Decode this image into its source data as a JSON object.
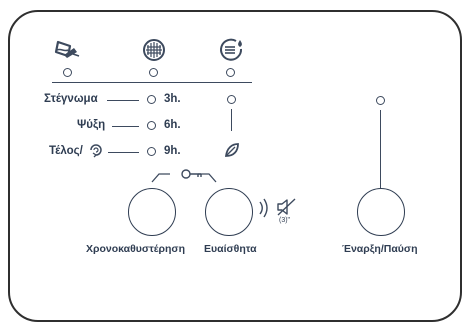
{
  "colors": {
    "border": "#2f2f2f",
    "ink": "#2f3d52",
    "background": "#ffffff"
  },
  "icons": {
    "programs": [
      "dry-cloth-icon",
      "grid-pattern-icon",
      "water-level-icon"
    ],
    "child_lock": "key-icon",
    "mute": "speaker-mute-icon",
    "eco": "leaf-icon"
  },
  "rows": [
    {
      "label": "Στέγνωμα",
      "time": "3h."
    },
    {
      "label": "Ψύξη",
      "time": "6h."
    },
    {
      "label": "Τέλος/",
      "time": "9h."
    }
  ],
  "mute_hint": "(3)\"",
  "buttons": {
    "delay": "Χρονοκαθυστέρηση",
    "sensitivity": "Ευαίσθητα",
    "start": "Έναρξη/Παύση"
  }
}
